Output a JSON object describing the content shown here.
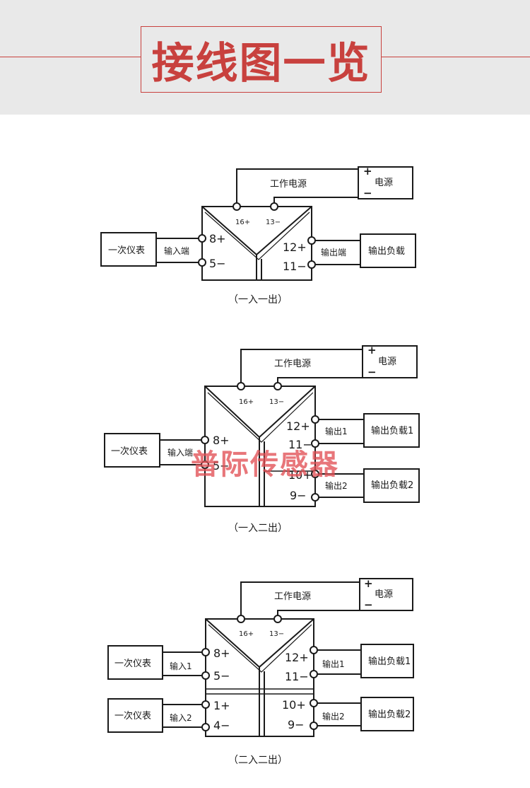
{
  "header": {
    "title": "接线图一览",
    "accent_color": "#c8413e",
    "background": "#e9e9e9"
  },
  "watermark": "普际传感器",
  "diagrams": [
    {
      "caption": "（一入一出）",
      "power": {
        "label": "工作电源",
        "supply": "电源",
        "plus": "+",
        "minus": "−",
        "t1": "16+",
        "t2": "13−"
      },
      "inputs": [
        {
          "instrument": "一次仪表",
          "wire_label": "输入端",
          "t_pos": "8+",
          "t_neg": "5−"
        }
      ],
      "outputs": [
        {
          "load": "输出负载",
          "wire_label": "输出端",
          "t_pos": "12+",
          "t_neg": "11−"
        }
      ]
    },
    {
      "caption": "（一入二出）",
      "power": {
        "label": "工作电源",
        "supply": "电源",
        "plus": "+",
        "minus": "−",
        "t1": "16+",
        "t2": "13−"
      },
      "inputs": [
        {
          "instrument": "一次仪表",
          "wire_label": "输入端",
          "t_pos": "8+",
          "t_neg": "5−"
        }
      ],
      "outputs": [
        {
          "load": "输出负载1",
          "wire_label": "输出1",
          "t_pos": "12+",
          "t_neg": "11−"
        },
        {
          "load": "输出负载2",
          "wire_label": "输出2",
          "t_pos": "10+",
          "t_neg": "9−"
        }
      ]
    },
    {
      "caption": "（二入二出）",
      "power": {
        "label": "工作电源",
        "supply": "电源",
        "plus": "+",
        "minus": "−",
        "t1": "16+",
        "t2": "13−"
      },
      "inputs": [
        {
          "instrument": "一次仪表",
          "wire_label": "输入1",
          "t_pos": "8+",
          "t_neg": "5−"
        },
        {
          "instrument": "一次仪表",
          "wire_label": "输入2",
          "t_pos": "1+",
          "t_neg": "4−"
        }
      ],
      "outputs": [
        {
          "load": "输出负载1",
          "wire_label": "输出1",
          "t_pos": "12+",
          "t_neg": "11−"
        },
        {
          "load": "输出负载2",
          "wire_label": "输出2",
          "t_pos": "10+",
          "t_neg": "9−"
        }
      ]
    }
  ]
}
